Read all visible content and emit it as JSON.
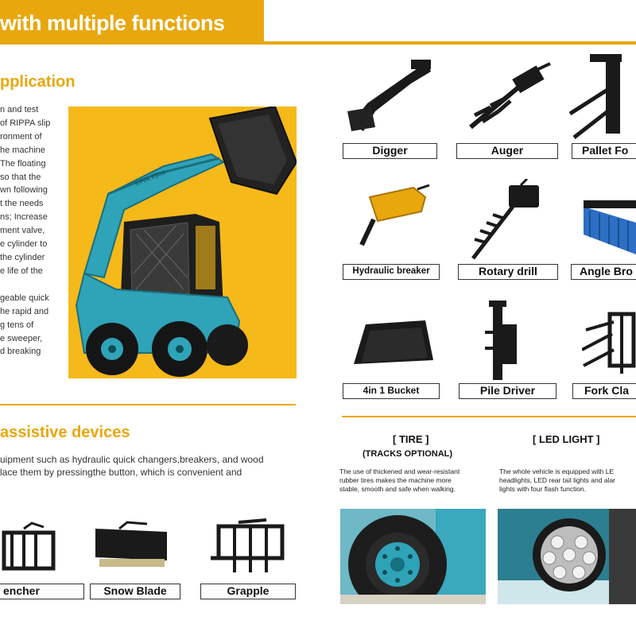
{
  "header": {
    "title": "with multiple functions"
  },
  "application": {
    "title": "pplication",
    "lines": [
      "n and test",
      "of RIPPA slip",
      "ronment of",
      "he machine",
      "The floating",
      "so that the",
      "wn following",
      "t the needs",
      "ns; Increase",
      "ment valve,",
      "e cylinder to",
      "the cylinder",
      "e life of the",
      "",
      "geable quick",
      "he rapid and",
      "g tens of",
      "e sweeper,",
      "d breaking"
    ],
    "machine_model_text": "RIPPA R900"
  },
  "assistive": {
    "title": "assistive devices",
    "lines": [
      "uipment such as hydraulic quick changers,breakers, and wood",
      "lace them by pressingthe button, which is convenient and"
    ]
  },
  "bottom_attachments": [
    {
      "label": "encher"
    },
    {
      "label": "Snow Blade"
    },
    {
      "label": "Grapple"
    }
  ],
  "right_attachments": [
    {
      "label": "Digger"
    },
    {
      "label": "Auger"
    },
    {
      "label": "Pallet Fo"
    },
    {
      "label": "Hydraulic breaker"
    },
    {
      "label": "Rotary drill"
    },
    {
      "label": "Angle Bro"
    },
    {
      "label": "4in 1 Bucket"
    },
    {
      "label": "Pile Driver"
    },
    {
      "label": "Fork Cla"
    }
  ],
  "features": {
    "tire": {
      "title": "[ TIRE ]",
      "subtitle": "(TRACKS OPTIONAL)",
      "lines": [
        "The use of thickened and wear-resistant",
        "rubber tires makes the machine more",
        "stable, smooth and safe when walking."
      ]
    },
    "led": {
      "title": "[ LED LIGHT ]",
      "lines": [
        "The whole vehicle is equipped with LE",
        "headlights, LED rear tail lights and alar",
        "lights with four flash function."
      ]
    }
  },
  "colors": {
    "accent": "#e8a70c",
    "yellow_panel": "#f6b91a",
    "machine_teal": "#2fa3b8",
    "attachment_dark": "#1a1a1a"
  }
}
